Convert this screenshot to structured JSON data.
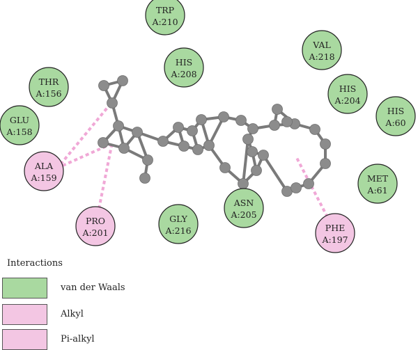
{
  "colors": {
    "van_der_waals_fill": "#a9d9a0",
    "alkyl_fill": "#f3c6e3",
    "pi_alkyl_fill": "#f3c6e3",
    "vdw_stroke": "#2f6e2f",
    "alkyl_stroke": "#8a3a6a",
    "atom": "#8c8c8c",
    "bond": "#7a7a7a",
    "interaction_line": "#f0a8d6"
  },
  "residues": [
    {
      "id": "trp210",
      "name": "TRP",
      "chain": "A:210",
      "type": "vdw"
    },
    {
      "id": "val218",
      "name": "VAL",
      "chain": "A:218",
      "type": "vdw"
    },
    {
      "id": "thr156",
      "name": "THR",
      "chain": "A:156",
      "type": "vdw"
    },
    {
      "id": "his208",
      "name": "HIS",
      "chain": "A:208",
      "type": "vdw"
    },
    {
      "id": "his204",
      "name": "HIS",
      "chain": "A:204",
      "type": "vdw"
    },
    {
      "id": "glu158",
      "name": "GLU",
      "chain": "A:158",
      "type": "vdw"
    },
    {
      "id": "his60",
      "name": "HIS",
      "chain": "A:60",
      "type": "vdw"
    },
    {
      "id": "ala159",
      "name": "ALA",
      "chain": "A:159",
      "type": "alkyl"
    },
    {
      "id": "met61",
      "name": "MET",
      "chain": "A:61",
      "type": "vdw"
    },
    {
      "id": "asn205",
      "name": "ASN",
      "chain": "A:205",
      "type": "vdw"
    },
    {
      "id": "gly216",
      "name": "GLY",
      "chain": "A:216",
      "type": "vdw"
    },
    {
      "id": "pro201",
      "name": "PRO",
      "chain": "A:201",
      "type": "alkyl"
    },
    {
      "id": "phe197",
      "name": "PHE",
      "chain": "A:197",
      "type": "alkyl"
    }
  ],
  "legend": {
    "title": "Interactions",
    "items": [
      {
        "label": "van der Waals",
        "color": "#a9d9a0"
      },
      {
        "label": "Alkyl",
        "color": "#f3c6e3"
      },
      {
        "label": "Pi-alkyl",
        "color": "#f3c6e3"
      }
    ]
  }
}
